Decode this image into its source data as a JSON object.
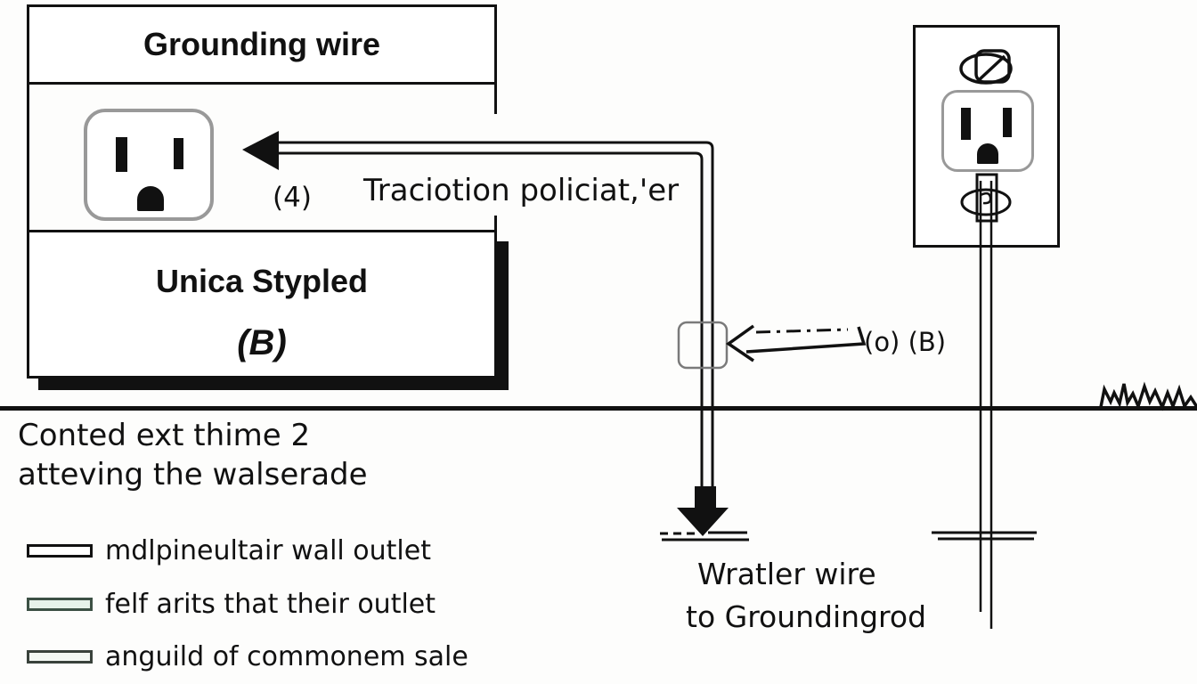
{
  "diagram": {
    "grounding_box": {
      "label": "Grounding wire"
    },
    "outlet_pointer": {
      "number_label": "(4)",
      "label": "Traciotion policiat,'er"
    },
    "unica_box": {
      "line1": "Unica Stypled",
      "line2": "(B)"
    },
    "junction": {
      "label": "(o) (B)"
    },
    "ground_note": {
      "line1": "Conted ext thime 2",
      "line2": "atteving the walserade"
    },
    "wire_note": {
      "line1": "Wratler wire",
      "line2": "to Groundingrod"
    },
    "legend": {
      "items": [
        {
          "label": "mdlpineultair wall outlet"
        },
        {
          "label": "felf arits that their outlet"
        },
        {
          "label": "anguild of commonem sale"
        }
      ]
    },
    "colors": {
      "ink": "#111111",
      "outlet_border": "#999999",
      "junction_border": "#7a7a7a",
      "legend_green_fill": "#e7f2ea",
      "legend_green_border": "#3c5044"
    }
  }
}
